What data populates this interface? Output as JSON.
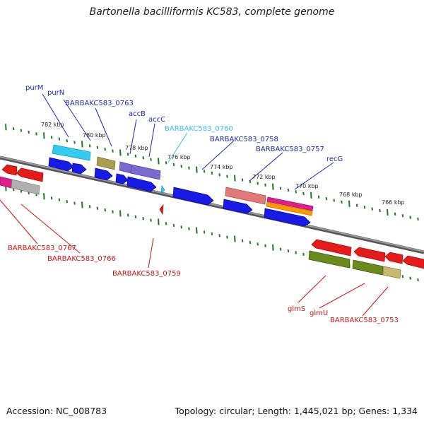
{
  "title": "Bartonella bacilliformis KC583, complete genome",
  "accession": "Accession: NC_008783",
  "topology": "Topology: circular; Length: 1,445,021 bp; Genes: 1,334",
  "colors": {
    "backbone": "#888888",
    "tick": "#1f7a1f",
    "label_blue": "#1c2aa6",
    "label_cyan": "#38c0e0",
    "label_red": "#cc1111",
    "cds_blue": "#1a1ae6",
    "cds_red": "#e61a1a",
    "cds_cyan": "#33ccee",
    "cds_olive": "#a8a050",
    "cds_purple": "#7a6ad0",
    "cds_salmon": "#e07a7a",
    "cds_pink": "#e0208a",
    "cds_orange": "#ff9900",
    "cds_green": "#6b8a1e",
    "cds_grey": "#b0b0b0"
  },
  "kbp_labels": [
    "782 kbp",
    "780 kbp",
    "778 kbp",
    "776 kbp",
    "774 kbp",
    "772 kbp",
    "770 kbp",
    "768 kbp",
    "766 kbp"
  ],
  "gene_labels_top": [
    "purM",
    "purN",
    "BARBAKC583_0763",
    "accB",
    "accC",
    "BARBAKC583_0760",
    "BARBAKC583_0758",
    "BARBAKC583_0757",
    "recG"
  ],
  "gene_labels_bottom": [
    "BARBAKC583_0767",
    "BARBAKC583_0766",
    "BARBAKC583_0759",
    "glmS",
    "glmU",
    "BARBAKC583_0753"
  ]
}
